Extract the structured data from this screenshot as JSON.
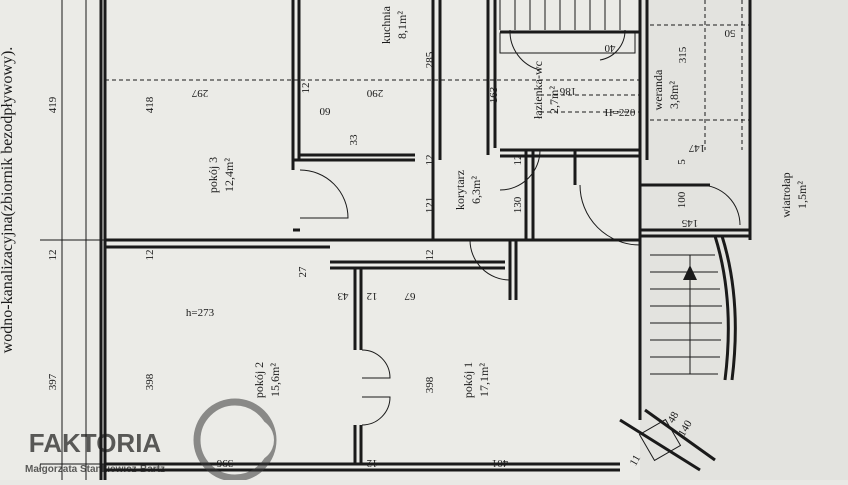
{
  "rooms": {
    "kuchnia": {
      "name": "kuchnia",
      "area": "8,1m²"
    },
    "pokoj3": {
      "name": "pokój 3",
      "area": "12,4m²"
    },
    "pokoj2": {
      "name": "pokój 2",
      "area": "15,6m²"
    },
    "pokoj1": {
      "name": "pokój 1",
      "area": "17,1m²"
    },
    "korytarz": {
      "name": "korytarz",
      "area": "6,3m²"
    },
    "lazienka": {
      "name": "łazienka-wc",
      "area": "2,7m²"
    },
    "weranda": {
      "name": "weranda",
      "area": "3,8m²"
    },
    "wiatrolap": {
      "name": "wiatrołap",
      "area": "1,5m²"
    }
  },
  "side_text": {
    "line1": "wodno-kanalizacyjna(zbiornik bezodpływowy).",
    "line1a": "wodno-kanalizacyjna(zbiornik bezodpływowy)."
  },
  "dimensions": {
    "d419": "419",
    "d418": "418",
    "d297": "297",
    "d290": "290",
    "d285": "285",
    "d12a": "12",
    "d60": "60",
    "d33": "33",
    "d12b": "12",
    "d121": "121",
    "d12c": "12",
    "d12d": "12",
    "d12e": "12",
    "d27": "27",
    "d43": "43",
    "d12f": "12",
    "d67": "67",
    "h273": "h=273",
    "d397": "397",
    "d398a": "398",
    "d398b": "398",
    "d396": "396",
    "d12g": "12",
    "d401": "401",
    "d163": "163",
    "d186": "186",
    "h220": "H=220",
    "d12h": "12",
    "d130": "130",
    "d100": "100",
    "d145": "145",
    "d147": "147",
    "d50": "50",
    "d315": "315",
    "d40": "40",
    "d5": "5",
    "d140": "140",
    "d48": "48",
    "d11": "11"
  },
  "logo": {
    "name": "FAKTORIA",
    "subtitle": "Małgorzata Stankiewicz-Bartz"
  }
}
